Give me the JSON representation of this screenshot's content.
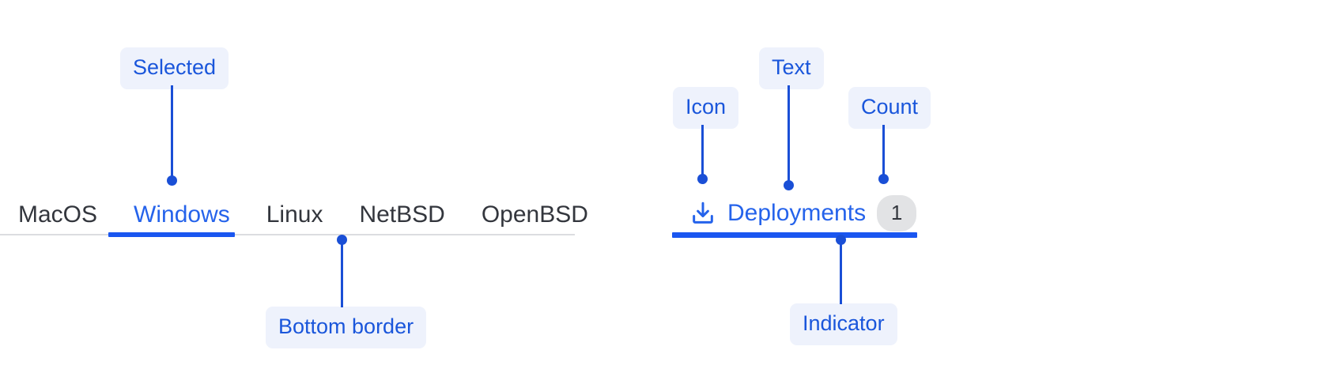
{
  "left_group": {
    "name": "os-tabs",
    "tabs": [
      {
        "label": "MacOS",
        "selected": false
      },
      {
        "label": "Windows",
        "selected": true
      },
      {
        "label": "Linux",
        "selected": false
      },
      {
        "label": "NetBSD",
        "selected": false
      },
      {
        "label": "OpenBSD",
        "selected": false
      }
    ],
    "annotations": {
      "selected": "Selected",
      "bottom_border": "Bottom border"
    }
  },
  "right_group": {
    "name": "deployments-tab",
    "icon": "download-icon",
    "label": "Deployments",
    "count": "1",
    "annotations": {
      "icon": "Icon",
      "text": "Text",
      "count": "Count",
      "indicator": "Indicator"
    }
  },
  "colors": {
    "accent_blue": "#2563eb",
    "indicator_blue": "#1a56f0",
    "leader_blue": "#1a4fd6",
    "callout_bg": "#eef2fc",
    "callout_text": "#1a56db",
    "tab_text": "#33363d",
    "border_gray": "#dcdde0",
    "badge_bg": "#e2e3e5"
  }
}
